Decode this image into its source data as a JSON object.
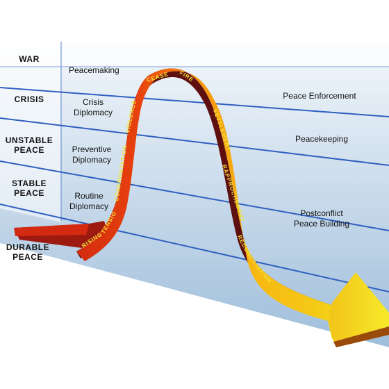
{
  "levels": [
    {
      "lines": [
        "WAR"
      ]
    },
    {
      "lines": [
        "CRISIS"
      ]
    },
    {
      "lines": [
        "UNSTABLE",
        "PEACE"
      ]
    },
    {
      "lines": [
        "STABLE",
        "PEACE"
      ]
    },
    {
      "lines": [
        "DURABLE",
        "PEACE"
      ]
    }
  ],
  "preventive_actions": [
    {
      "lines": [
        "Peacemaking"
      ]
    },
    {
      "lines": [
        "Crisis",
        "Diplomacy"
      ]
    },
    {
      "lines": [
        "Preventive",
        "Diplomacy"
      ]
    },
    {
      "lines": [
        "Routine",
        "Diplomacy"
      ]
    }
  ],
  "postconflict_actions": [
    {
      "lines": [
        "Peace Enforcement"
      ]
    },
    {
      "lines": [
        "Peacekeeping"
      ]
    },
    {
      "lines": [
        "Postconflict",
        "Peace Building"
      ]
    }
  ],
  "stages": {
    "rising": "RISING",
    "tension": "TENSION",
    "confrontation": "CONFRONTATION",
    "violence": "VIOLENCE",
    "cease": "CEASE",
    "fire": "FIRE",
    "settlement": "SETTLEMENT",
    "rapprochement": "RAPPROCHEMENT",
    "reconciliation": "RECONCILIATION"
  },
  "colors": {
    "band_light": "#e6eef7",
    "band_dark": "#bcd1e6",
    "band_line": "#2f5fc0",
    "arrow_red": "#d42a12",
    "arrow_orange": "#f47a10",
    "arrow_yellow": "#f4e020",
    "ribbon_edge": "#5e1010",
    "stage_text": "#f4e23a"
  }
}
